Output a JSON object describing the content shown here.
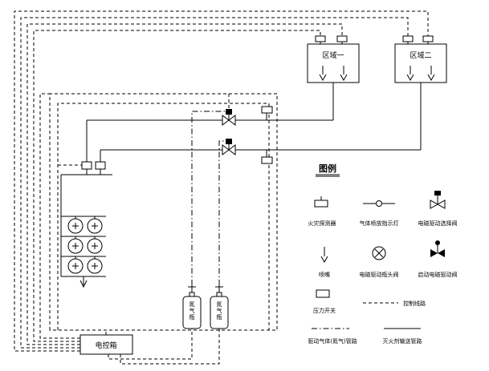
{
  "zones": [
    {
      "label": "区域一"
    },
    {
      "label": "区域二"
    }
  ],
  "control_box": {
    "label": "电控箱"
  },
  "bottles": [
    {
      "label": "氮气瓶"
    },
    {
      "label": "氮气瓶"
    }
  ],
  "legend": {
    "title": "图例",
    "items": [
      {
        "symbol": "fire-detector",
        "label": "火灾探测器"
      },
      {
        "symbol": "gas-release-indicator",
        "label": "气体喷放指示灯"
      },
      {
        "symbol": "solenoid-selector-valve",
        "label": "电磁驱动选择阀"
      },
      {
        "symbol": "nozzle",
        "label": "喷嘴"
      },
      {
        "symbol": "solenoid-container-valve",
        "label": "电磁驱动瓶头阀"
      },
      {
        "symbol": "start-solenoid-valve",
        "label": "启动电磁驱动阀"
      },
      {
        "symbol": "pressure-switch",
        "label": "压力开关"
      },
      {
        "symbol": "control-line",
        "label": "控制线路"
      },
      {
        "symbol": "driving-gas-line",
        "label": "驱动气体(氮气)管路"
      },
      {
        "symbol": "agent-pipe-line",
        "label": "灭火剂输送管路"
      }
    ]
  },
  "colors": {
    "line": "#000000",
    "background": "#ffffff"
  }
}
